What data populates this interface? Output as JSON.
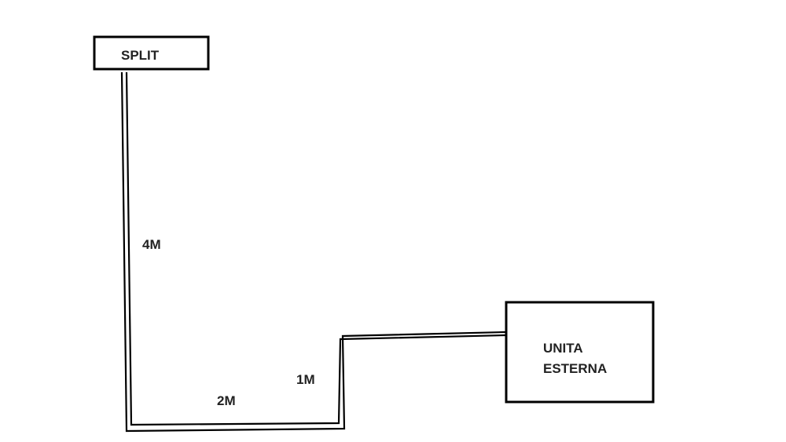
{
  "diagram": {
    "split_label": "SPLIT",
    "outdoor_unit_label_line1": "UNITA",
    "outdoor_unit_label_line2": "ESTERNA",
    "segments": {
      "vertical_run": "4M",
      "horizontal_run": "2M",
      "rise": "1M"
    }
  },
  "colors": {
    "line": "#000000",
    "text": "#222222",
    "background": "#ffffff"
  }
}
